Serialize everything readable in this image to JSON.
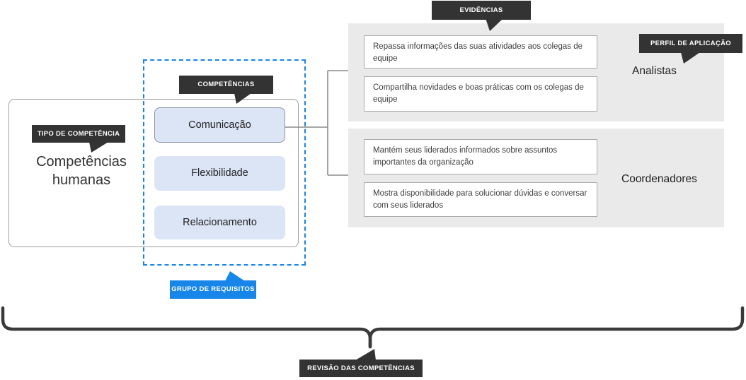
{
  "diagram": {
    "callouts": {
      "competency_type": "TIPO DE COMPETÊNCIA",
      "competencies": "COMPETÊNCIAS",
      "evidences": "EVIDÊNCIAS",
      "application_profile": "PERFIL DE APLICAÇÃO",
      "requirements_group": "GRUPO DE REQUISITOS",
      "competency_review": "REVISÃO DAS COMPETÊNCIAS"
    },
    "competency_type": {
      "title": "Competências humanas"
    },
    "competencies": [
      {
        "label": "Comunicação",
        "selected": true
      },
      {
        "label": "Flexibilidade",
        "selected": false
      },
      {
        "label": "Relacionamento",
        "selected": false
      }
    ],
    "profiles": [
      {
        "name": "Analistas",
        "evidences": [
          "Repassa informações das suas atividades aos colegas de equipe",
          "Compartilha novidades e boas práticas com os colegas de equipe"
        ]
      },
      {
        "name": "Coordenadores",
        "evidences": [
          "Mantém seus liderados informados sobre assuntos importantes da organização",
          "Mostra disponibilidade para solucionar dúvidas e conversar com seus liderados"
        ]
      }
    ],
    "colors": {
      "accent_blue": "#1786e8",
      "callout_dark": "#333333",
      "panel_gray": "#eaeaea",
      "competency_fill": "#dbe5f6",
      "brace_dark": "#3a3a3a"
    }
  }
}
